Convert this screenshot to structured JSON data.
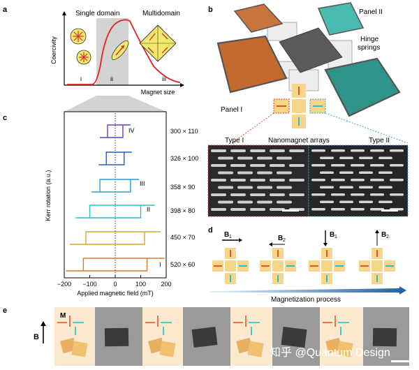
{
  "panel_letters": {
    "a": "a",
    "b": "b",
    "c": "c",
    "d": "d",
    "e": "e"
  },
  "panel_a": {
    "ylabel": "Coercivity",
    "xlabel": "Magnet size",
    "region_single": "Single domain",
    "region_multi": "Multidomain",
    "roman": [
      "i",
      "ii",
      "iii"
    ]
  },
  "panel_b": {
    "panel_i_label": "Panel I",
    "panel_ii_label": "Panel II",
    "hinge_label_1": "Hinge",
    "hinge_label_2": "springs",
    "type_i": "Type I",
    "type_ii": "Type II",
    "nanomagnet_arrays": "Nanomagnet arrays",
    "colors": {
      "panel_i": "#c8743c",
      "panel_ii": "#3aa8a0",
      "frame": "#555555"
    }
  },
  "panel_c": {
    "xlabel": "Applied magnetic field (mT)",
    "ylabel": "Kerr rotation (a.u.)",
    "x_ticks": [
      "−200",
      "−100",
      "0",
      "100",
      "200"
    ],
    "loop_labels": [
      "IV",
      "III",
      "II",
      "I"
    ],
    "sizes": [
      "300 × 110",
      "326 × 100",
      "358 × 90",
      "398 × 80",
      "450 × 70",
      "520 × 60"
    ],
    "chart_data": {
      "type": "line",
      "xlim": [
        -200,
        200
      ],
      "series_coercivity_mT": [
        30,
        35,
        60,
        100,
        115,
        125
      ],
      "series_colors": [
        "#6a3fb8",
        "#2a5bc4",
        "#2b9ed3",
        "#2dbdc4",
        "#d9a42a",
        "#d77d2a"
      ]
    }
  },
  "panel_d": {
    "field_labels": [
      "B",
      "B",
      "B",
      "B"
    ],
    "field_subscripts": [
      "1",
      "2",
      "1",
      "2"
    ],
    "process_label": "Magnetization process"
  },
  "panel_e": {
    "m_label": "M",
    "b_label": "B",
    "watermark": "知乎 @Quantum Design"
  }
}
